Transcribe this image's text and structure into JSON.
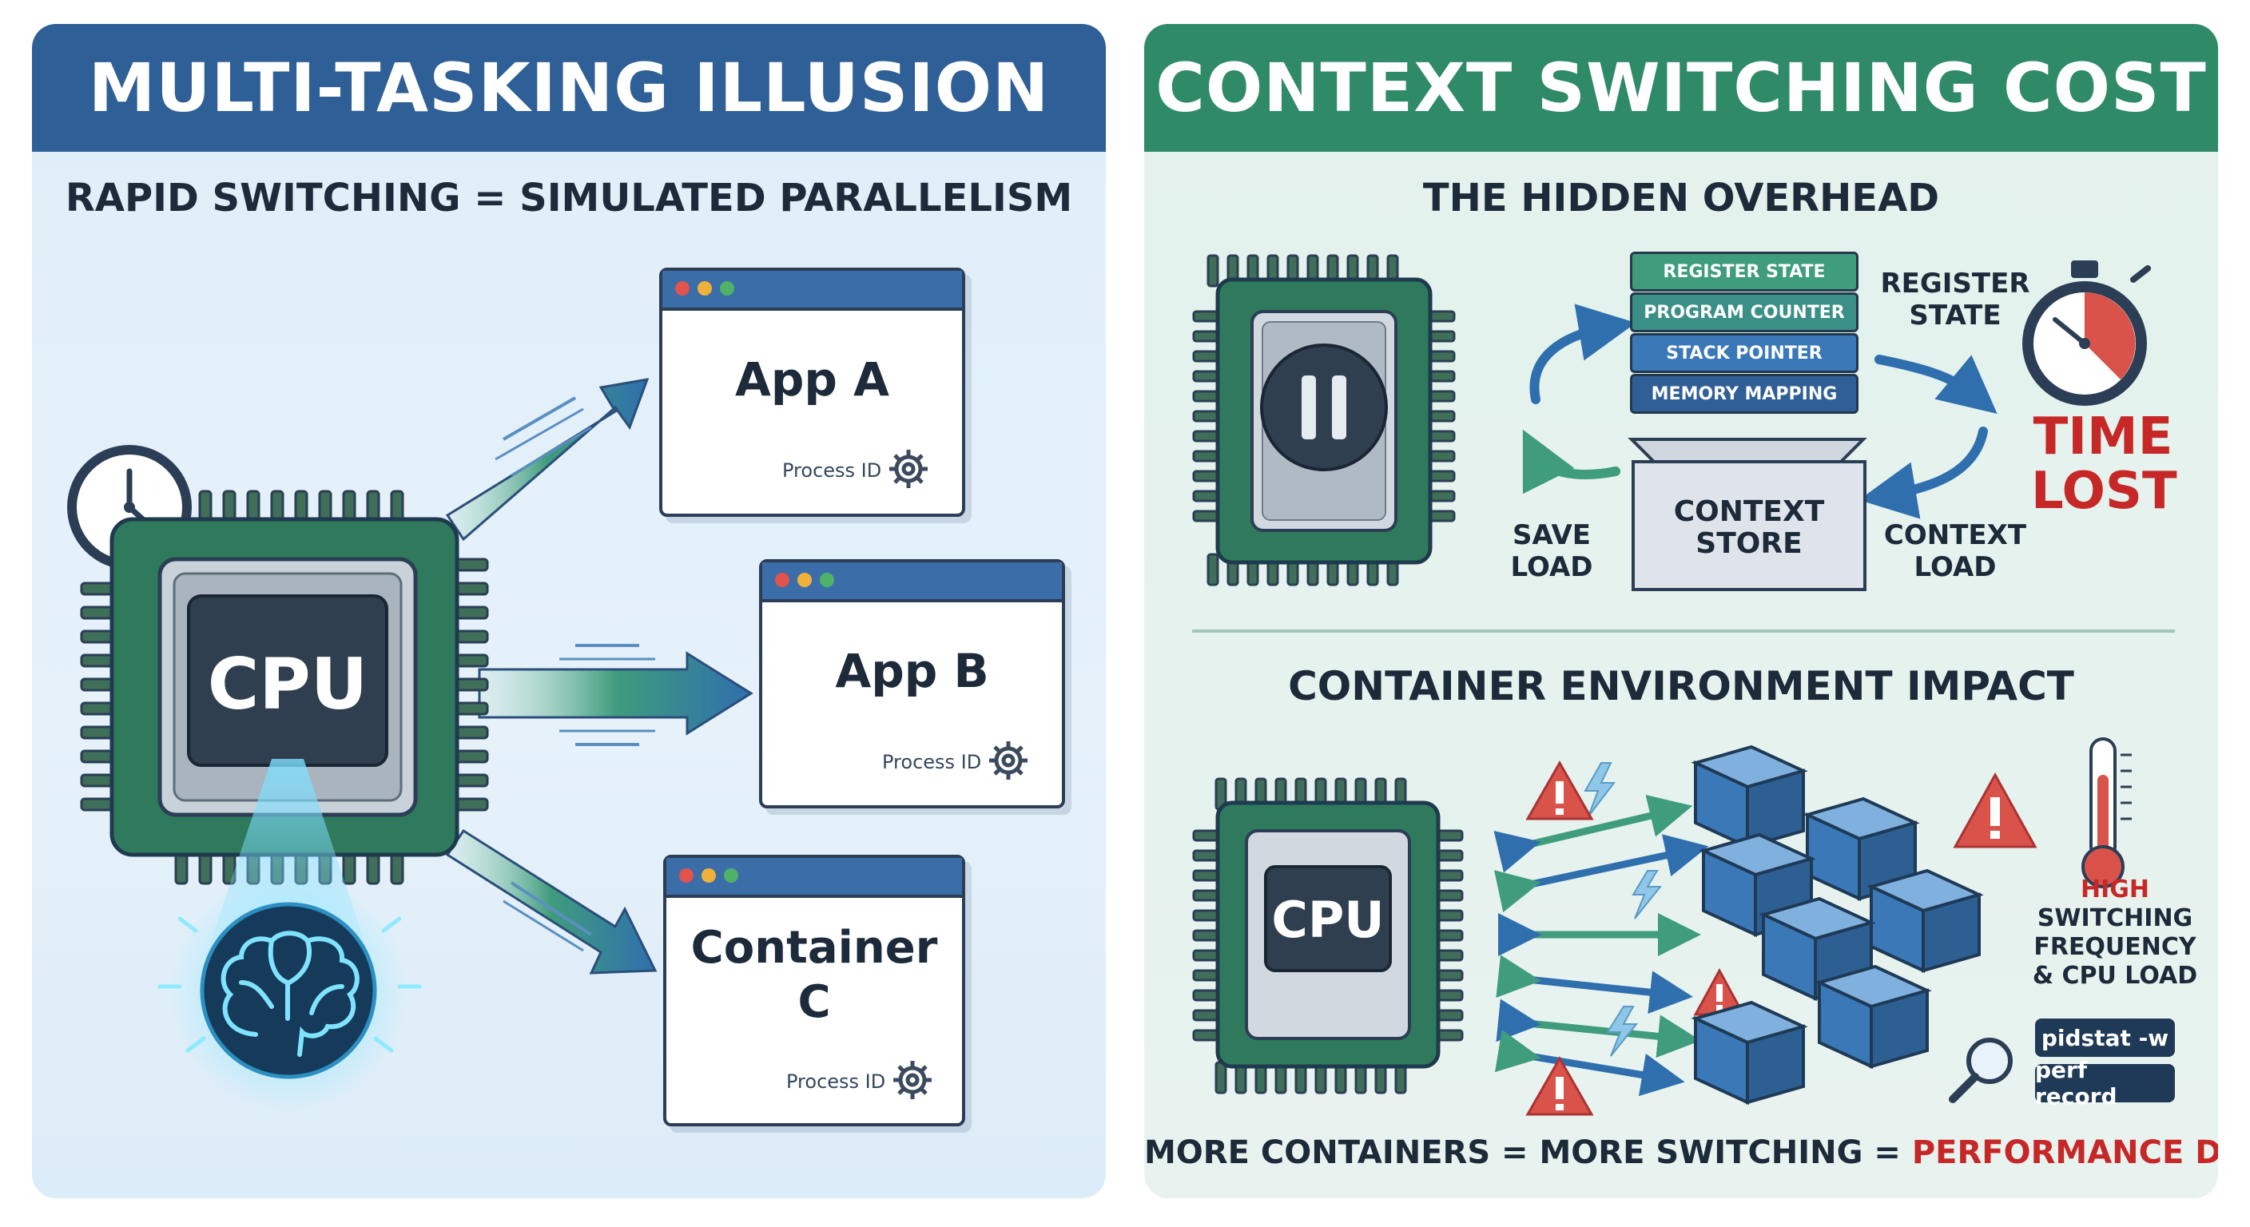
{
  "left": {
    "banner_title": "MULTI-TASKING ILLUSION",
    "subtitle": "RAPID SWITCHING = SIMULATED PARALLELISM",
    "cpu_label": "CPU",
    "windows": [
      {
        "title": "App A",
        "process_label": "Process ID"
      },
      {
        "title": "App B",
        "process_label": "Process ID"
      },
      {
        "title_line1": "Container",
        "title_line2": "C",
        "process_label": "Process ID"
      }
    ]
  },
  "right": {
    "banner_title": "CONTEXT SWITCHING COST",
    "overhead_heading": "THE HIDDEN OVERHEAD",
    "state_stack": [
      "REGISTER STATE",
      "PROGRAM COUNTER",
      "STACK POINTER",
      "MEMORY MAPPING"
    ],
    "context_store_line1": "CONTEXT",
    "context_store_line2": "STORE",
    "save_load_line1": "SAVE",
    "save_load_line2": "LOAD",
    "register_state_line1": "REGISTER",
    "register_state_line2": "STATE",
    "context_load_line1": "CONTEXT",
    "context_load_line2": "LOAD",
    "time_lost_line1": "TIME",
    "time_lost_line2": "LOST",
    "container_heading": "CONTAINER ENVIRONMENT IMPACT",
    "cpu_label": "CPU",
    "high_freq_line1": "HIGH",
    "high_freq_line2": "SWITCHING",
    "high_freq_line3": "FREQUENCY",
    "high_freq_line4": "& CPU LOAD",
    "commands": [
      "pidstat -w",
      "perf record"
    ],
    "footer_part1": "MORE CONTAINERS = MORE SWITCHING = ",
    "footer_part2": "PERFORMANCE DRAIN"
  },
  "colors": {
    "left_banner": "#2e5f96",
    "right_banner": "#2f8a68",
    "alert_red": "#c62828",
    "chip_green": "#2f7a5c",
    "container_blue": "#3a78b8"
  }
}
